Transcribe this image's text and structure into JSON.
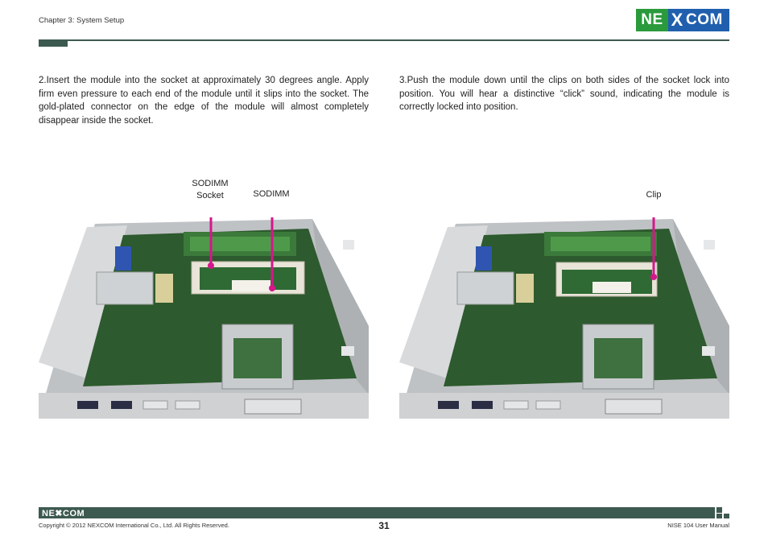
{
  "header": {
    "chapter": "Chapter 3: System Setup",
    "logo": {
      "ne": "NE",
      "x": "X",
      "com": "COM"
    }
  },
  "steps": {
    "left": "2.Insert the module into the socket at approximately 30 degrees angle. Apply firm even pressure to each end of the module until it slips into the socket. The gold-plated connector on the edge of the module will almost completely disappear inside the socket.",
    "right": "3.Push the module down until the clips on both sides of the socket lock into position. You will hear a distinctive “click” sound, indicating the module is correctly locked into position."
  },
  "callouts": {
    "sodimm_socket_line1": "SODIMM",
    "sodimm_socket_line2": "Socket",
    "sodimm": "SODIMM",
    "clip": "Clip"
  },
  "colors": {
    "accent": "#3d5a50",
    "callout": "#d6168c",
    "logo_green": "#2a9a3c",
    "logo_blue": "#1f5fae"
  },
  "footer": {
    "logo": "NE✖COM",
    "copyright": "Copyright © 2012 NEXCOM International Co., Ltd. All Rights Reserved.",
    "page_number": "31",
    "manual_name": "NISE 104 User Manual"
  }
}
